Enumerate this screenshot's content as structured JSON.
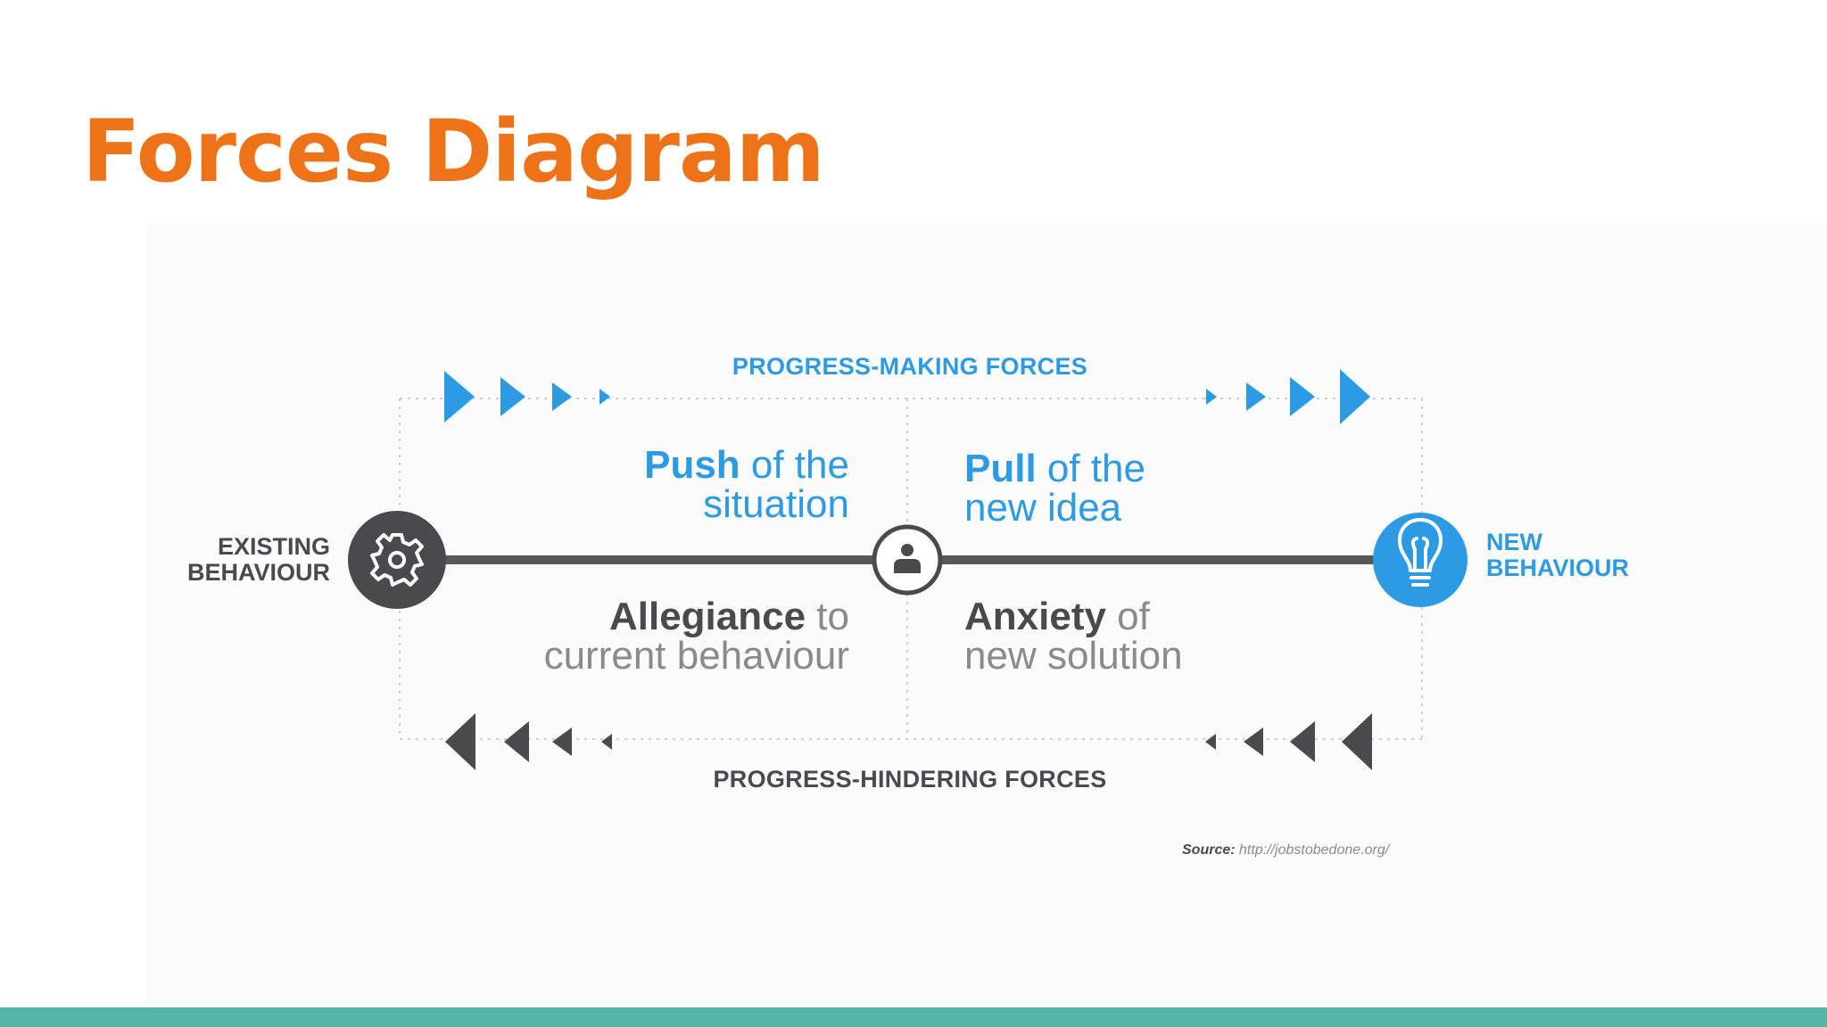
{
  "title": "Forces Diagram",
  "colors": {
    "title": "#ee7318",
    "accent_blue": "#2d9be3",
    "dark_gray": "#4a4a4c",
    "mid_gray": "#8a8a8d",
    "line": "#58585a",
    "dotted": "#cfcfd3",
    "teal_band": "#52b5a5",
    "panel": "#fbfbfc"
  },
  "diagram": {
    "progress_making_label": "PROGRESS-MAKING FORCES",
    "progress_hindering_label": "PROGRESS-HINDERING FORCES",
    "existing_behaviour": {
      "line1": "EXISTING",
      "line2": "BEHAVIOUR",
      "icon": "gear-icon"
    },
    "new_behaviour": {
      "line1": "NEW",
      "line2": "BEHAVIOUR",
      "icon": "lightbulb-icon"
    },
    "center_icon": "person-icon",
    "push": {
      "bold": "Push",
      "rest1": " of the",
      "line2": "situation"
    },
    "pull": {
      "bold": "Pull",
      "rest1": " of the",
      "line2": "new idea"
    },
    "allegiance": {
      "bold": "Allegiance",
      "rest1": " to",
      "line2": "current behaviour"
    },
    "anxiety": {
      "bold": "Anxiety",
      "rest1": " of",
      "line2": "new solution"
    },
    "source": {
      "key": "Source:",
      "url": "http://jobstobedone.org/"
    }
  }
}
